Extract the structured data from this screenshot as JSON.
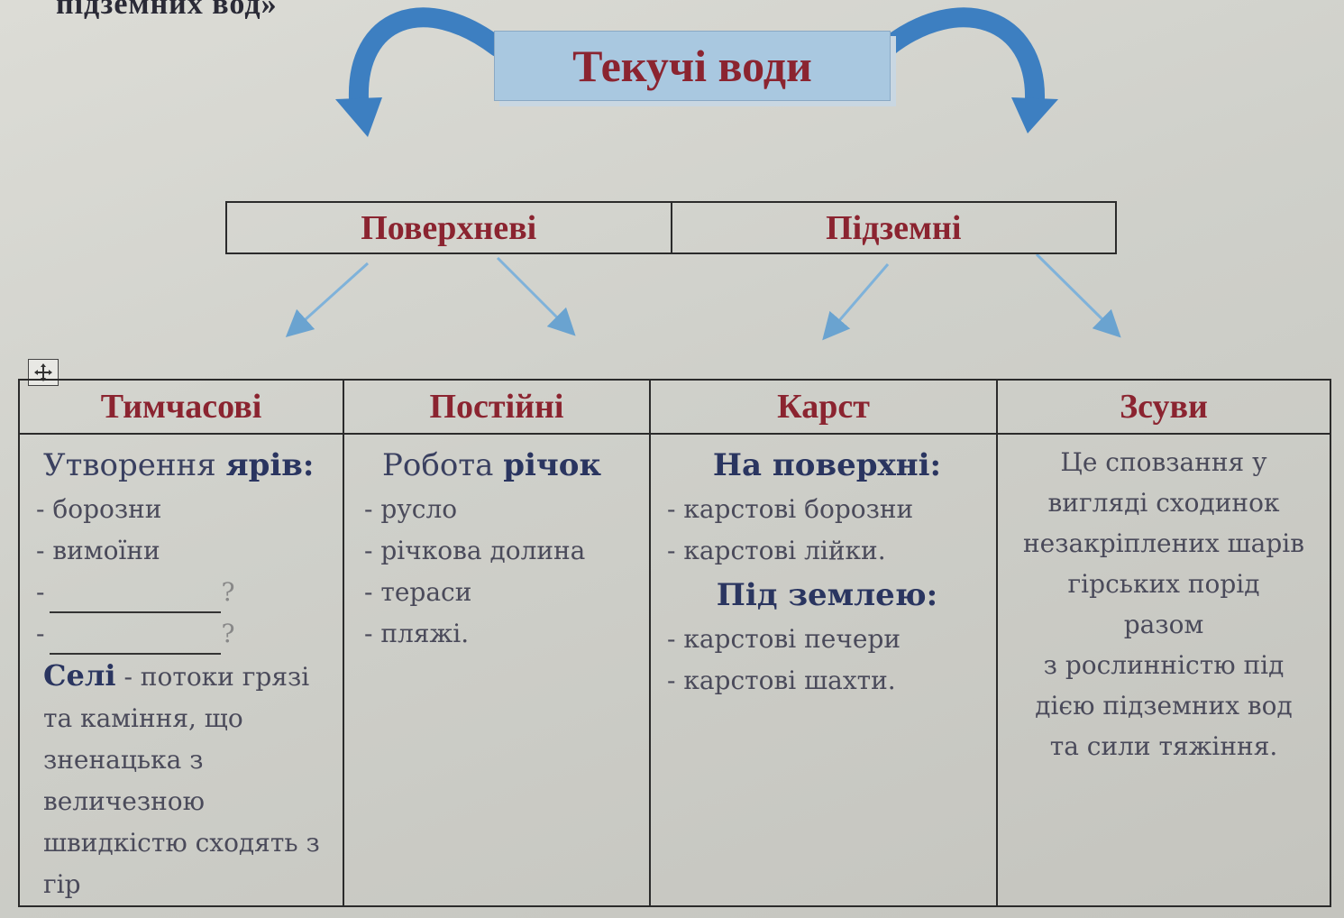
{
  "header": {
    "top_fragment": "підземних вод»",
    "title": "Текучі води"
  },
  "types": [
    "Поверхневі",
    "Підземні"
  ],
  "table": {
    "columns": [
      "Тимчасові",
      "Постійні",
      "Карст",
      "Зсуви"
    ],
    "temporary": {
      "heading_plain": "Утворення ",
      "heading_bold": "ярів:",
      "items": [
        "- борозни",
        "- вимоїни"
      ],
      "blank_prefix": "-",
      "blank_suffix": "?",
      "sel_bold": "Селі",
      "sel_text": " - потоки грязі",
      "sel_lines": [
        "та каміння, що",
        "зненацька з",
        "величезною",
        "швидкістю сходять з",
        "гір"
      ]
    },
    "permanent": {
      "heading_plain": "Робота ",
      "heading_bold": "річок",
      "items": [
        "- русло",
        "- річкова долина",
        "- тераси",
        "- пляжі."
      ]
    },
    "karst": {
      "surface_heading": "На поверхні:",
      "surface_items": [
        "- карстові борозни",
        "- карстові лійки."
      ],
      "under_heading": "Під землею:",
      "under_items": [
        "- карстові печери",
        "- карстові шахти."
      ]
    },
    "landslides": {
      "lines": [
        "Це сповзання у",
        "вигляді сходинок",
        "незакріплених шарів",
        "гірських порід",
        "разом",
        "з рослинністю під",
        "дією підземних вод",
        "та сили тяжіння."
      ]
    }
  }
}
